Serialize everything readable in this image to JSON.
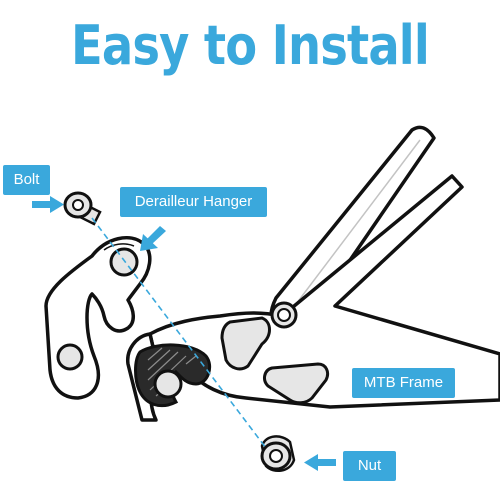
{
  "headline": "Easy to Install",
  "labels": {
    "bolt": "Bolt",
    "derailleur_hanger": "Derailleur Hanger",
    "mtb_frame": "MTB Frame",
    "nut": "Nut"
  },
  "colors": {
    "accent": "#3aa8dc",
    "line": "#111111",
    "metal": "#e6e6e6",
    "background": "#ffffff"
  }
}
